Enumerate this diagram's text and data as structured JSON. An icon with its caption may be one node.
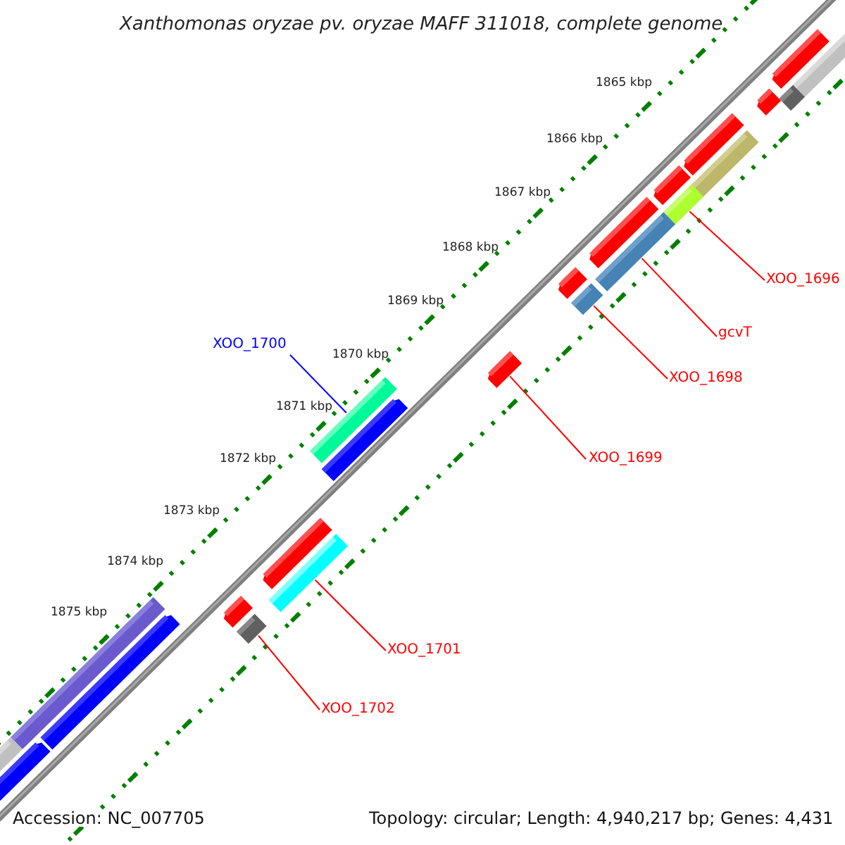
{
  "diagram": {
    "title": "Xanthomonas oryzae pv. oryzae MAFF 311018, complete genome",
    "nodes": [
      {
        "text": [
          "XOO_1696"
        ]
      },
      {
        "text": [],
        "shape": "bar"
      },
      {
        "text": [
          "gcvT"
        ]
      },
      {
        "text": [],
        "shape": "bar"
      },
      {
        "text": [
          "XOO_1698"
        ]
      },
      {
        "text": [],
        "shape": "bar"
      },
      {
        "text": [
          "XOO_1699"
        ]
      },
      {
        "text": [],
        "shape": "bar"
      },
      {
        "text": [
          "XOO_1700"
        ]
      },
      {
        "text": [],
        "shape": "bar"
      },
      {
        "text": [
          "XOO_1701"
        ]
      },
      {
        "text": [],
        "shape": "bar"
      },
      {
        "text": [
          "XOO_1702"
        ]
      },
      {
        "text": [],
        "shape": "bar"
      }
    ],
    "edges": [
      {
        "from": 0,
        "to": 1,
        "arrow": "none"
      },
      {
        "from": 2,
        "to": 3,
        "arrow": "none"
      },
      {
        "from": 4,
        "to": 5,
        "arrow": "none"
      },
      {
        "from": 6,
        "to": 7,
        "arrow": "none"
      },
      {
        "from": 8,
        "to": 9,
        "arrow": "none",
        "color": "#0000ff"
      },
      {
        "from": 10,
        "to": 11,
        "arrow": "none"
      },
      {
        "from": 12,
        "to": 13,
        "arrow": "none"
      }
    ],
    "labels": [
      "1865 kbp",
      "1866 kbp",
      "1867 kbp",
      "1868 kbp",
      "1869 kbp",
      "1870 kbp",
      "1871 kbp",
      "1872 kbp",
      "1873 kbp",
      "1874 kbp",
      "1875 kbp",
      "Accession: NC_007705",
      "Topology: circular; Length: 4,940,217 bp; Genes: 4,431"
    ]
  }
}
